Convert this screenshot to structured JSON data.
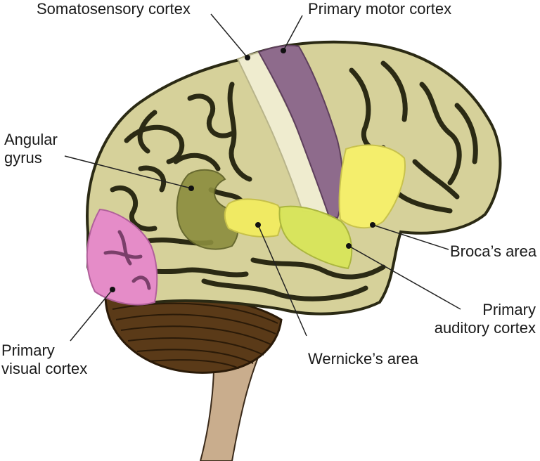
{
  "labels": {
    "somatosensory": "Somatosensory cortex",
    "motor": "Primary motor cortex",
    "angular_line1": "Angular",
    "angular_line2": "gyrus",
    "broca": "Broca’s area",
    "auditory_line1": "Primary",
    "auditory_line2": "auditory cortex",
    "wernicke": "Wernicke’s area",
    "visual_line1": "Primary",
    "visual_line2": "visual cortex"
  },
  "colors": {
    "cortex": "#d6d19a",
    "sulci": "#2b2a14",
    "somatosensory": "#f1eed2",
    "motor": "#8e6b8c",
    "angular": "#8b8d3e",
    "broca": "#f4ee6c",
    "wernicke": "#f0ea63",
    "auditory": "#d9e65a",
    "visual": "#e58cc8",
    "cerebellum": "#5a3a18",
    "brainstem": "#c9ad8d",
    "leader": "#222222"
  }
}
